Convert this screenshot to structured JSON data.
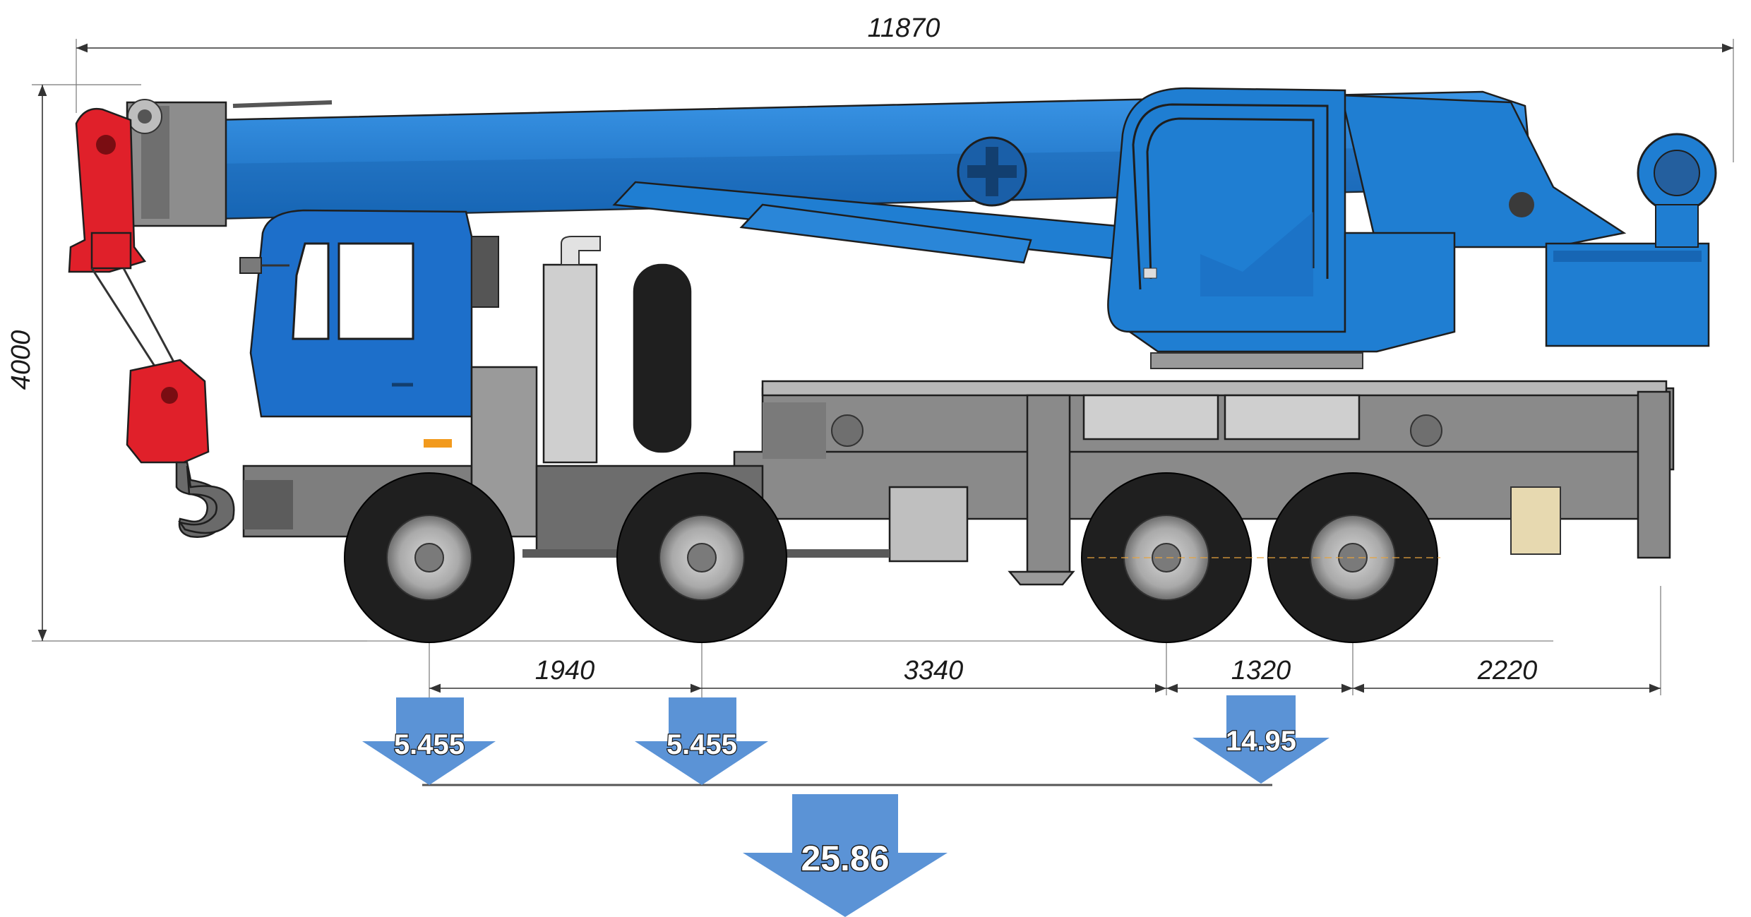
{
  "dimensions": {
    "overall_length": "11870",
    "height": "4000",
    "axle_spacing_1": "1940",
    "axle_spacing_2": "3340",
    "axle_spacing_3": "1320",
    "rear_overhang": "2220"
  },
  "axle_loads": {
    "axle_1": "5.455",
    "axle_2": "5.455",
    "rear_bogie": "14.95",
    "total": "25.86"
  },
  "colors": {
    "boom_blue": "#1f7ed2",
    "cab_blue": "#1d6fca",
    "hook_red": "#e0202a",
    "chassis_grey": "#8a8a8a",
    "load_arrow_blue": "#5b93d6",
    "tire_black": "#1f1f1f"
  },
  "icons": {
    "hook": "crane-hook-icon",
    "load_arrow": "down-arrow-icon"
  }
}
